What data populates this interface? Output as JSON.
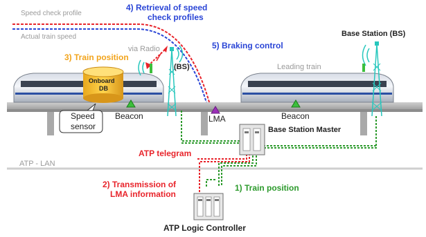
{
  "legend": {
    "speed_check_profile": "Speed check profile",
    "actual_train_speed": "Actual train speed"
  },
  "steps": {
    "retrieval_line1": "4) Retrieval of speed",
    "retrieval_line2": "check profiles",
    "braking_control": "5) Braking control",
    "train_position_onboard": "3) Train position",
    "transmission_line1": "2) Transmission of",
    "transmission_line2": "LMA information",
    "train_position_wayside": "1) Train position"
  },
  "labels": {
    "via_radio": "via Radio",
    "bs_short": "(BS)",
    "base_station": "Base Station (BS)",
    "leading_train": "Leading train",
    "onboard_db_line1": "Onboard",
    "onboard_db_line2": "DB",
    "speed_sensor_line1": "Speed",
    "speed_sensor_line2": "sensor",
    "beacon_left": "Beacon",
    "beacon_right": "Beacon",
    "lma": "LMA",
    "base_station_master": "Base Station Master",
    "atp_telegram": "ATP telegram",
    "atp_lan": "ATP - LAN",
    "atp_logic_controller": "ATP Logic Controller"
  },
  "colors": {
    "red": "#e8242b",
    "blue": "#2a45d6",
    "green": "#2c9a2c",
    "orange": "#f2a41c",
    "cyan": "#27c7bd",
    "purple": "#9b2fb8",
    "gray_text": "#9a9a9a",
    "track": "#b9b9b9"
  }
}
